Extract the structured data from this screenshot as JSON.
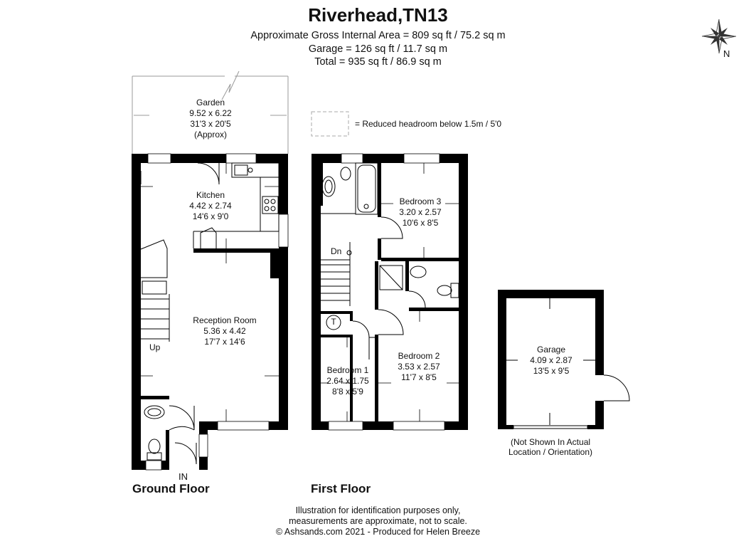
{
  "header": {
    "title": "Riverhead,TN13",
    "gross_internal_area": "Approximate Gross Internal Area = 809 sq ft / 75.2 sq m",
    "garage_area": "Garage = 126 sq ft / 11.7 sq m",
    "total_area": "Total = 935 sq ft / 86.9 sq m"
  },
  "compass": {
    "north_label": "N"
  },
  "legend": {
    "text": "= Reduced headroom below 1.5m / 5'0"
  },
  "rooms": {
    "garden": {
      "name": "Garden",
      "metric": "9.52 x 6.22",
      "imperial": "31'3 x 20'5",
      "note": "(Approx)"
    },
    "kitchen": {
      "name": "Kitchen",
      "metric": "4.42 x 2.74",
      "imperial": "14'6 x 9'0"
    },
    "reception": {
      "name": "Reception Room",
      "metric": "5.36 x 4.42",
      "imperial": "17'7 x 14'6"
    },
    "bedroom1": {
      "name": "Bedroom 1",
      "metric": "2.64 x 1.75",
      "imperial": "8'8 x 5'9"
    },
    "bedroom2": {
      "name": "Bedroom 2",
      "metric": "3.53 x 2.57",
      "imperial": "11'7 x 8'5"
    },
    "bedroom3": {
      "name": "Bedroom 3",
      "metric": "3.20 x 2.57",
      "imperial": "10'6 x 8'5"
    },
    "garage": {
      "name": "Garage",
      "metric": "4.09 x 2.87",
      "imperial": "13'5 x 9'5"
    }
  },
  "labels": {
    "up": "Up",
    "down": "Dn",
    "entrance": "IN",
    "tank": "T",
    "garage_note_line1": "(Not Shown In Actual",
    "garage_note_line2": "Location / Orientation)"
  },
  "floors": {
    "ground": "Ground Floor",
    "first": "First Floor"
  },
  "footer": {
    "line1": "Illustration for identification purposes only,",
    "line2": "measurements are approximate, not to scale.",
    "line3": "© Ashsands.com 2021 - Produced for Helen Breeze"
  }
}
